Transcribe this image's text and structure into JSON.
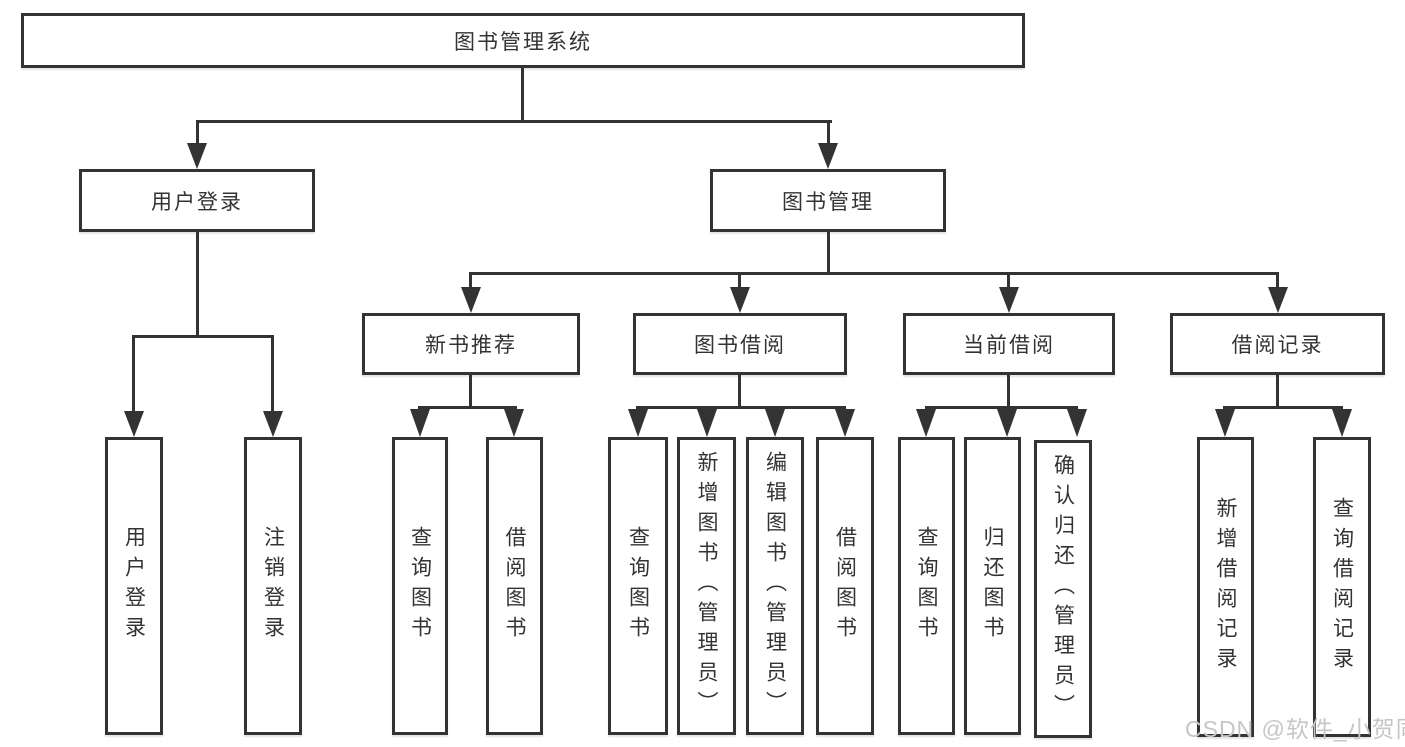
{
  "tree": {
    "root": "图书管理系统",
    "children": [
      {
        "label": "用户登录",
        "children": [
          "用户登录",
          "注销登录"
        ]
      },
      {
        "label": "图书管理",
        "children": [
          {
            "label": "新书推荐",
            "children": [
              "查询图书",
              "借阅图书"
            ]
          },
          {
            "label": "图书借阅",
            "children": [
              "查询图书",
              "新增图书（管理员）",
              "编辑图书（管理员）",
              "借阅图书"
            ]
          },
          {
            "label": "当前借阅",
            "children": [
              "查询图书",
              "归还图书",
              "确认归还（管理员）"
            ]
          },
          {
            "label": "借阅记录",
            "children": [
              "新增借阅记录",
              "查询借阅记录"
            ]
          }
        ]
      }
    ]
  },
  "watermark": "CSDN @软件_小贺同学",
  "colors": {
    "line": "#333333",
    "text": "#333333",
    "background": "#ffffff",
    "watermark": "#c6c6c6"
  }
}
